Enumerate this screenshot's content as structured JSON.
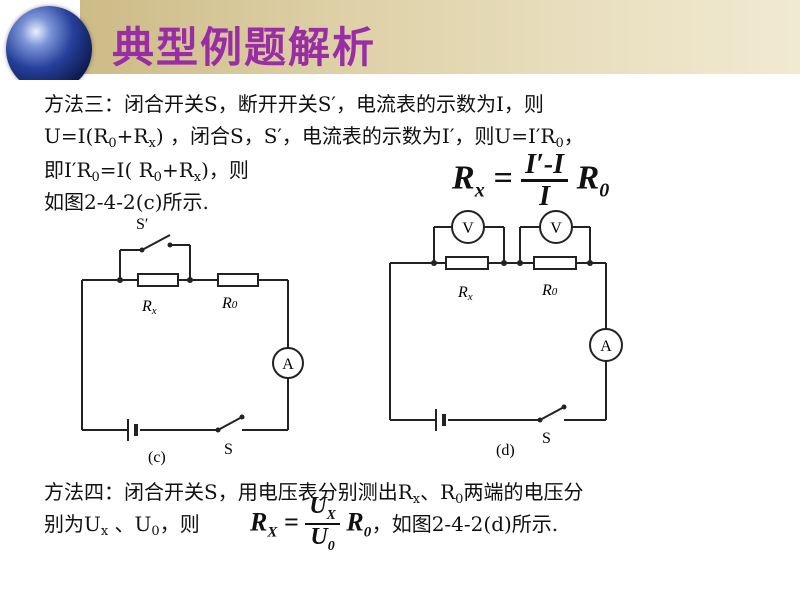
{
  "title": "典型例题解析",
  "method3": {
    "line1": "方法三：闭合开关S，断开开关S′，电流表的示数为I，则",
    "line2": {
      "a": "U=I(R",
      "s1": "0",
      "b": "+R",
      "s2": "x",
      "c": ") ，闭合S，S′，电流表的示数为I′，则U=I′R",
      "s3": "0",
      "d": "，"
    },
    "line3": {
      "a": "即I′R",
      "s1": "0",
      "b": "=I( R",
      "s2": "0",
      "c": "+R",
      "s3": "x",
      "d": ")，则"
    },
    "line4": "如图2-4-2(c)所示."
  },
  "formula1": {
    "lhs": "R",
    "lhs_sub": "x",
    "eq": "=",
    "num": "I′-I",
    "den": "I",
    "rhs": "R",
    "rhs_sub": "0"
  },
  "circuit_c": {
    "switch_top": "S′",
    "r1": "R",
    "r1_sub": "x",
    "r2": "R",
    "r2_sub": "0",
    "ammeter": "A",
    "switch_bottom": "S",
    "caption": "(c)"
  },
  "circuit_d": {
    "voltmeter1": "V",
    "voltmeter2": "V",
    "r1": "R",
    "r1_sub": "x",
    "r2": "R",
    "r2_sub": "0",
    "ammeter": "A",
    "switch_bottom": "S",
    "caption": "(d)"
  },
  "method4": {
    "line1": {
      "a": "方法四：闭合开关S，用电压表分别测出R",
      "s1": "x",
      "b": "、R",
      "s2": "0",
      "c": "两端的电压分"
    },
    "line2": {
      "a": "别为U",
      "s1": "x",
      "b": " 、U",
      "s2": "0",
      "c": "，则",
      "d": "，如图2-4-2(d)所示."
    }
  },
  "formula2": {
    "lhs": "R",
    "lhs_sub": "X",
    "eq": "=",
    "num": "U",
    "num_sub": "X",
    "den": "U",
    "den_sub": "0",
    "rhs": "R",
    "rhs_sub": "0"
  }
}
